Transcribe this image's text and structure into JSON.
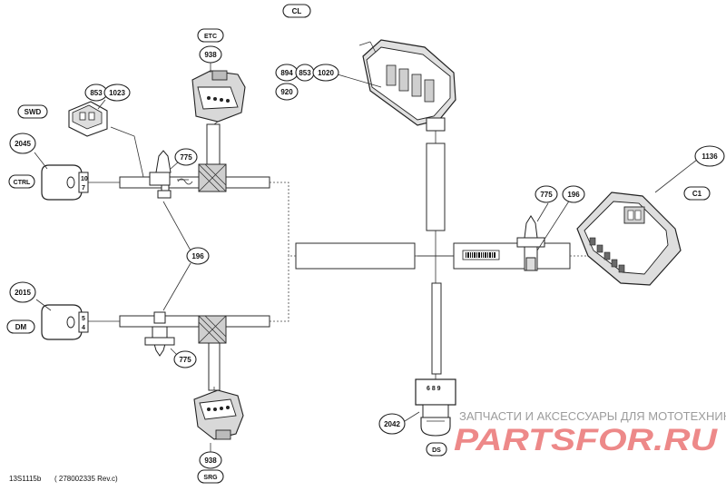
{
  "callouts": {
    "cl": "CL",
    "etc": "ETC",
    "swd": "SWD",
    "ctrl": "CTRL",
    "dm": "DM",
    "c1": "C1",
    "ds": "DS",
    "srg": "SRG"
  },
  "parts": {
    "p938_top": "938",
    "p853_top": "853",
    "p1023": "1023",
    "p2045": "2045",
    "p775_top": "775",
    "p196_mid": "196",
    "p2015": "2015",
    "p775_bottom": "775",
    "p938_bottom": "938",
    "p894": "894",
    "p853_cl": "853",
    "p1020": "1020",
    "p920": "920",
    "p1136": "1136",
    "p775_right": "775",
    "p196_right": "196",
    "p2042": "2042"
  },
  "connector_pins": {
    "ctrl_upper": "10",
    "ctrl_lower": "7",
    "dm_upper": "5",
    "dm_lower": "4",
    "ds_pins": "6 8 9"
  },
  "footer": {
    "drawing_id": "13S1115b",
    "revision": "( 278002335 Rev.c)"
  },
  "watermark": {
    "caption": "ЗАПЧАСТИ И АКСЕССУАРЫ ДЛЯ МОТОТЕХНИКИ",
    "brand": "PARTSFOR.RU"
  }
}
